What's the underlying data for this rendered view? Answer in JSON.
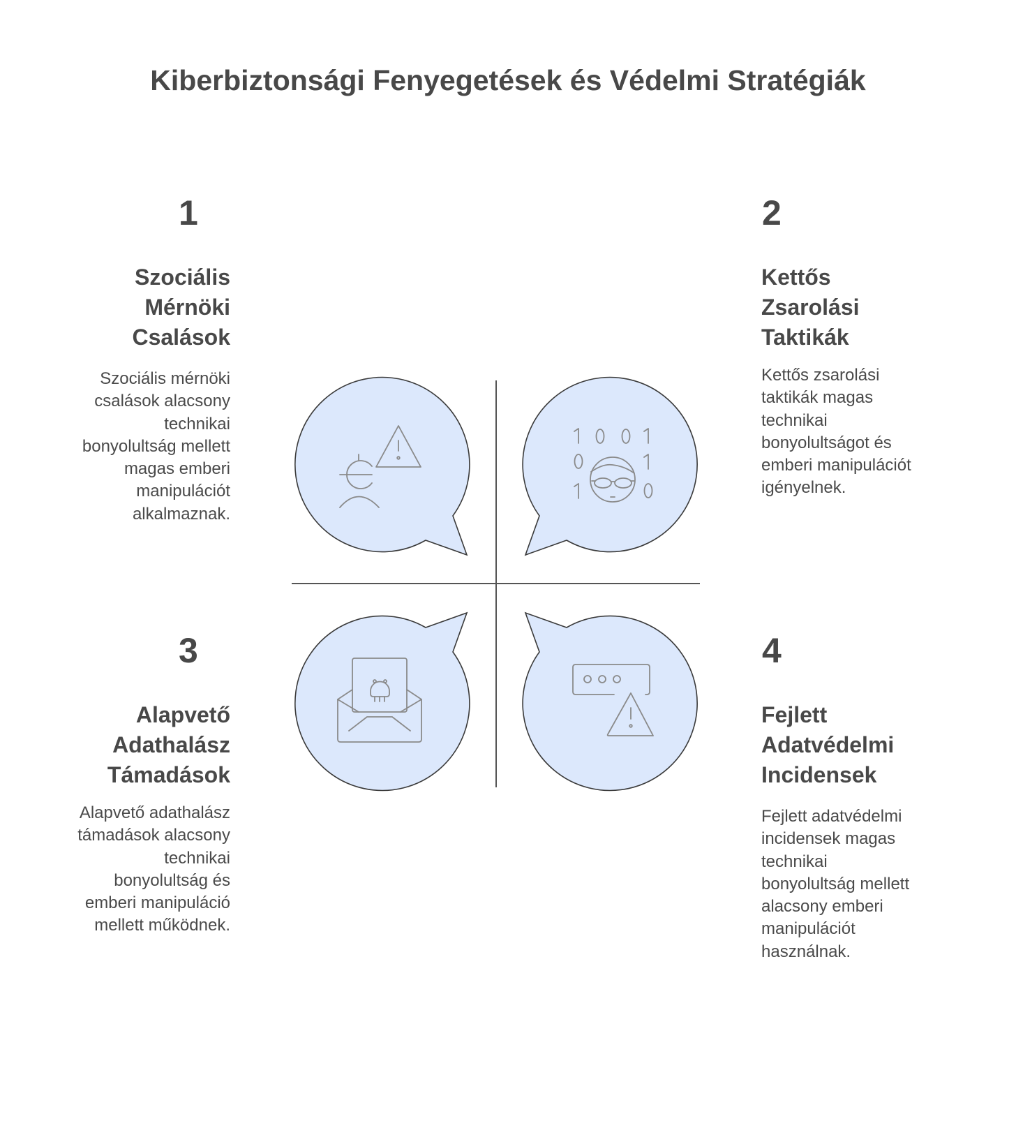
{
  "title": "Kiberbiztonsági Fenyegetések és Védelmi Stratégiák",
  "quadrants": [
    {
      "number": "1",
      "heading": "Szociális\nMérnöki\nCsalások",
      "description": "Szociális mérnöki\ncsalások alacsony\ntechnikai\nbonyolultság mellett\nmagas emberi\nmanipulációt\nalkalmaznak.",
      "icon": "social-engineer-warning-icon"
    },
    {
      "number": "2",
      "heading": "Kettős\nZsarolási\nTaktikák",
      "description": "Kettős zsarolási\ntaktikák magas\ntechnikai\nbonyolultságot és\nemberi manipulációt\nigényelnek.",
      "icon": "hacker-binary-icon"
    },
    {
      "number": "3",
      "heading": "Alapvető\nAdathalász\nTámadások",
      "description": "Alapvető adathalász\ntámadások alacsony\ntechnikai\nbonyolultság és\nemberi manipuláció\nmellett működnek.",
      "icon": "phishing-email-skull-icon"
    },
    {
      "number": "4",
      "heading": "Fejlett\nAdatvédelmi\nIncidensek",
      "description": "Fejlett adatvédelmi\nincidensek magas\ntechnikai\nbonyolultság mellett\nalacsony emberi\nmanipulációt\nhasználnak.",
      "icon": "password-breach-warning-icon"
    }
  ],
  "colors": {
    "bubble_fill": "#dce8fc",
    "bubble_stroke": "#3a3a3a",
    "icon_stroke": "#8a8a8a",
    "axis": "#555555",
    "text": "#484848"
  }
}
